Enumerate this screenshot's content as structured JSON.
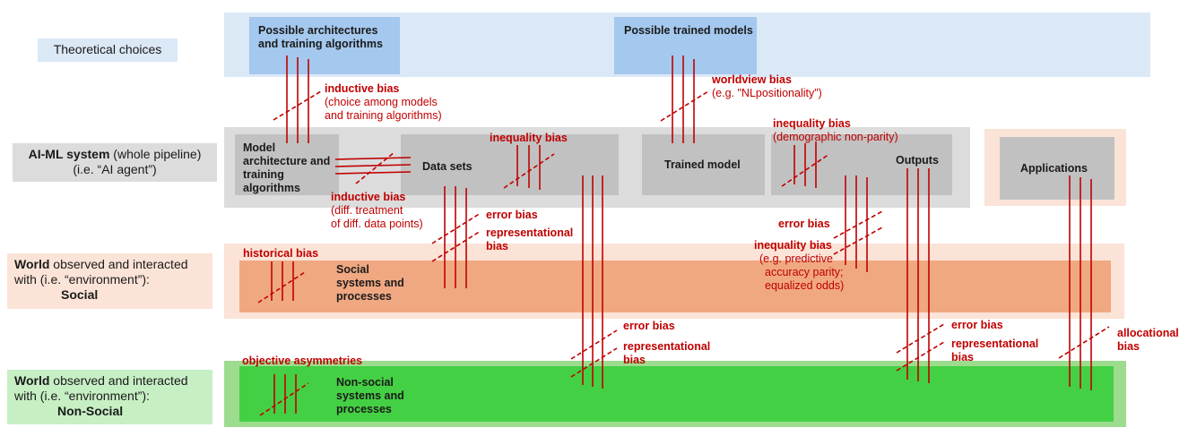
{
  "colors": {
    "theory_band": "#dbe8f6",
    "theory_box": "#a4c8ee",
    "system_band": "#dcdcdc",
    "system_box": "#c1c1c1",
    "social_band": "#fbe3d7",
    "social_box": "#f0a882",
    "nonsocial_band": "#9ddc8f",
    "nonsocial_box": "#44d044",
    "nonsocial_label": "#c7efc4",
    "bias_red": "#c00000"
  },
  "row_labels": {
    "theoretical": "Theoretical choices",
    "system_bold": "AI-ML system",
    "system_rest": "(whole pipeline)",
    "system_sub": "(i.e. “AI agent”)",
    "social_bold": "World",
    "social_rest": "observed and interacted",
    "social_line2": "with (i.e. “environment”):",
    "social_name": "Social",
    "nonsocial_bold": "World",
    "nonsocial_rest": "observed and interacted",
    "nonsocial_line2": "with (i.e. “environment”):",
    "nonsocial_name": "Non-Social"
  },
  "boxes": {
    "possible_architectures": [
      "Possible architectures",
      "and training algorithms"
    ],
    "possible_trained_models": "Possible trained models",
    "model_architecture": [
      "Model",
      "architecture and",
      "training",
      "algorithms"
    ],
    "data_sets": "Data sets",
    "trained_model": "Trained model",
    "outputs": "Outputs",
    "applications": "Applications",
    "social_systems": [
      "Social",
      "systems and",
      "processes"
    ],
    "nonsocial_systems": [
      "Non-social",
      "systems and",
      "processes"
    ]
  },
  "biases": {
    "inductive_top": {
      "title": "inductive bias",
      "lines": [
        "(choice among models",
        "and training algorithms)"
      ]
    },
    "worldview": {
      "title": "worldview bias",
      "lines": [
        "(e.g. \"NLpositionality\")"
      ]
    },
    "inequality_data": {
      "title": "inequality bias"
    },
    "inequality_outputs": {
      "title": "inequality bias",
      "lines": [
        "(demographic non-parity)"
      ]
    },
    "inductive_mid": {
      "title": "inductive bias",
      "lines": [
        "(diff. treatment",
        "of diff. data points)"
      ]
    },
    "error_1": "error bias",
    "representational_1": [
      "representational",
      "bias"
    ],
    "error_2": "error bias",
    "inequality_predictive": {
      "title": "inequality bias",
      "lines": [
        "(e.g. predictive",
        "accuracy parity;",
        "equalized odds)"
      ]
    },
    "historical": "historical bias",
    "error_3": "error bias",
    "representational_3": [
      "representational",
      "bias"
    ],
    "error_4": "error bias",
    "representational_4": [
      "representational",
      "bias"
    ],
    "allocational": [
      "allocational",
      "bias"
    ],
    "objective_asymmetries": "objective asymmetries"
  }
}
